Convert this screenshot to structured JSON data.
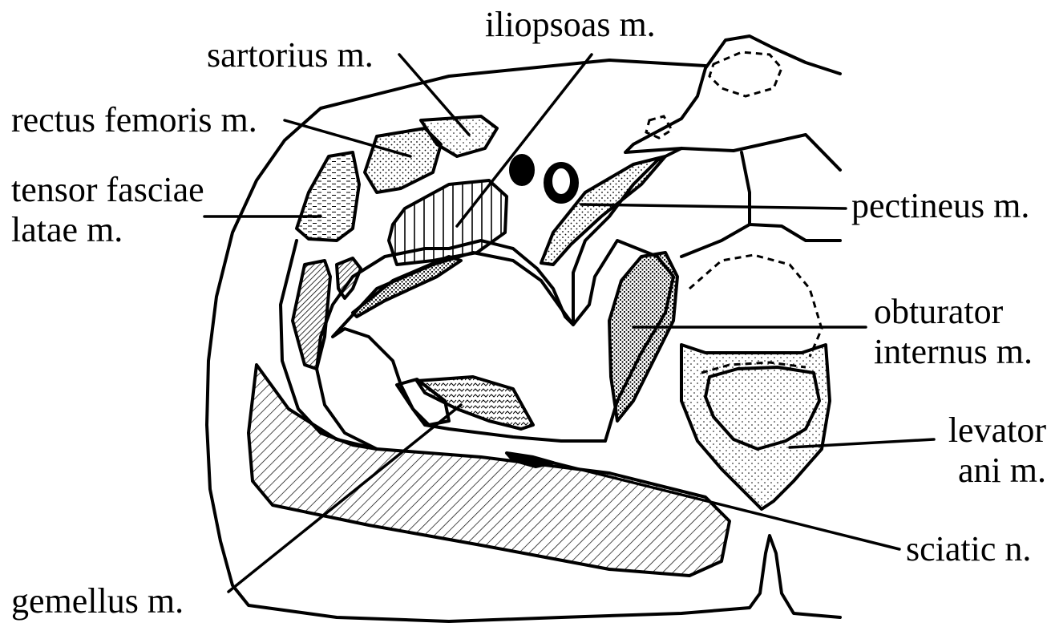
{
  "labels": {
    "sartorius": "sartorius m.",
    "iliopsoas": "iliopsoas m.",
    "rectus_femoris": "rectus femoris m.",
    "tensor_fasciae_line1": "tensor fasciae",
    "tensor_fasciae_line2": "latae m.",
    "pectineus": "pectineus m.",
    "obturator_line1": "obturator",
    "obturator_line2": "internus m.",
    "levator_line1": "levator",
    "levator_line2": "ani m.",
    "sciatic": "sciatic n.",
    "gemellus": "gemellus m."
  },
  "colors": {
    "ink": "#000000",
    "background": "#ffffff"
  }
}
